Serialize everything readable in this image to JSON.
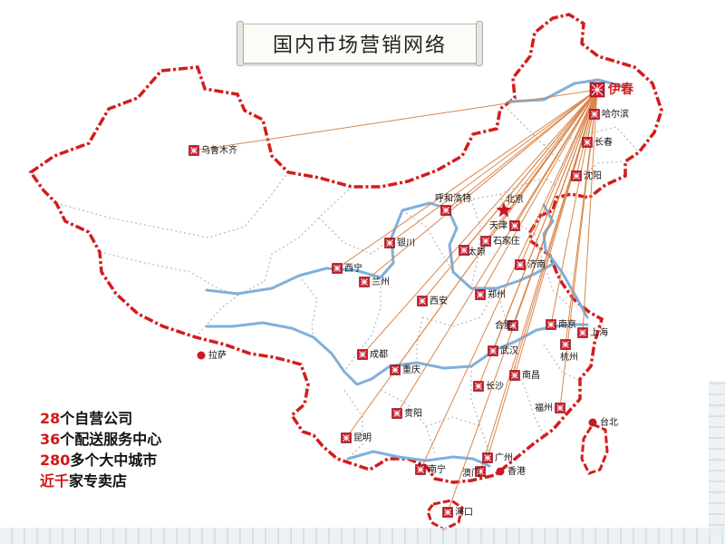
{
  "title": "国内市场营销网络",
  "hub": {
    "name": "伊春"
  },
  "capital": {
    "name": "北京"
  },
  "cities": [
    {
      "name": "哈尔滨",
      "kind": "office"
    },
    {
      "name": "长春",
      "kind": "office"
    },
    {
      "name": "沈阳",
      "kind": "office"
    },
    {
      "name": "乌鲁木齐",
      "kind": "office"
    },
    {
      "name": "呼和浩特",
      "kind": "office"
    },
    {
      "name": "天津",
      "kind": "office"
    },
    {
      "name": "石家庄",
      "kind": "office"
    },
    {
      "name": "银川",
      "kind": "office"
    },
    {
      "name": "太原",
      "kind": "office"
    },
    {
      "name": "济南",
      "kind": "office"
    },
    {
      "name": "西宁",
      "kind": "office"
    },
    {
      "name": "兰州",
      "kind": "office"
    },
    {
      "name": "郑州",
      "kind": "office"
    },
    {
      "name": "西安",
      "kind": "office"
    },
    {
      "name": "合肥",
      "kind": "office"
    },
    {
      "name": "南京",
      "kind": "office"
    },
    {
      "name": "上海",
      "kind": "office"
    },
    {
      "name": "杭州",
      "kind": "office"
    },
    {
      "name": "武汉",
      "kind": "office"
    },
    {
      "name": "成都",
      "kind": "office"
    },
    {
      "name": "重庆",
      "kind": "office"
    },
    {
      "name": "南昌",
      "kind": "office"
    },
    {
      "name": "长沙",
      "kind": "office"
    },
    {
      "name": "贵阳",
      "kind": "office"
    },
    {
      "name": "福州",
      "kind": "office"
    },
    {
      "name": "昆明",
      "kind": "office"
    },
    {
      "name": "南宁",
      "kind": "office"
    },
    {
      "name": "广州",
      "kind": "office"
    },
    {
      "name": "澳门",
      "kind": "office"
    },
    {
      "name": "海口",
      "kind": "office"
    },
    {
      "name": "拉萨",
      "kind": "dot"
    },
    {
      "name": "台北",
      "kind": "dot"
    },
    {
      "name": "香港",
      "kind": "dot"
    }
  ],
  "stats": [
    {
      "num": "28",
      "text": "个自营公司"
    },
    {
      "num": "36",
      "text": "个配送服务中心"
    },
    {
      "num": "280",
      "text": "多个大中城市"
    },
    {
      "num": "近千",
      "text": "家专卖店"
    }
  ],
  "colors": {
    "border": "#d41c1c",
    "route": "#d9864a",
    "river": "#7fb0dc",
    "province": "#b8b8b8",
    "marker": "#c8192a",
    "text": "#111111"
  }
}
